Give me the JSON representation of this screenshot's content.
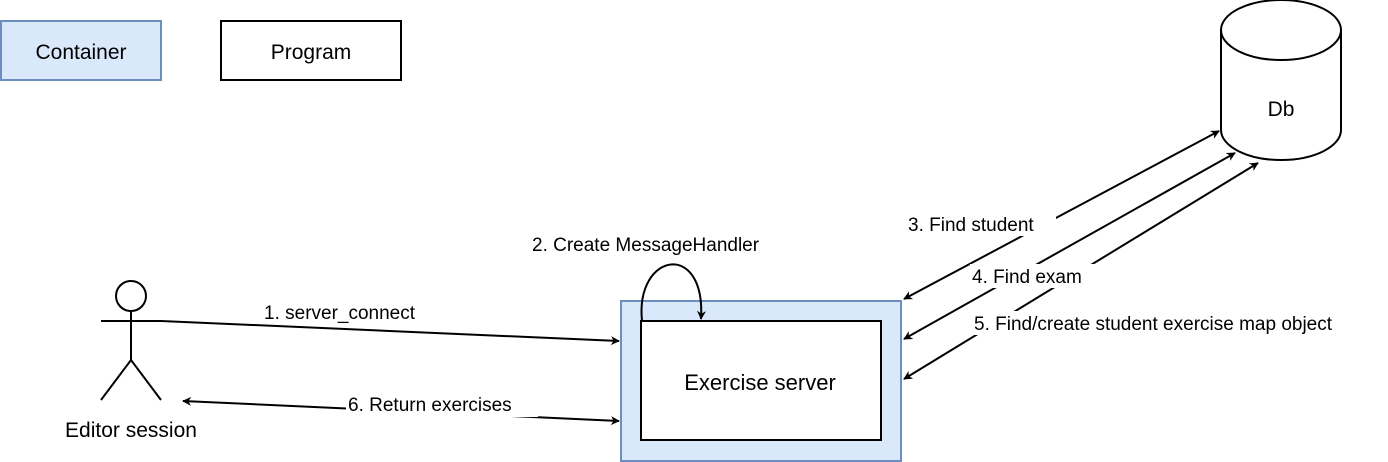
{
  "legend": {
    "container_label": "Container",
    "program_label": "Program"
  },
  "nodes": {
    "db_label": "Db",
    "actor_label": "Editor session",
    "server_label": "Exercise server"
  },
  "edges": {
    "step1": "1. server_connect",
    "step2": "2. Create MessageHandler",
    "step3": "3. Find student",
    "step4": "4. Find exam",
    "step5": "5. Find/create student exercise map object",
    "step6": "6. Return exercises"
  },
  "colors": {
    "container_fill": "#dae8fc",
    "container_stroke": "#6c8ebf",
    "stroke": "#000000"
  }
}
